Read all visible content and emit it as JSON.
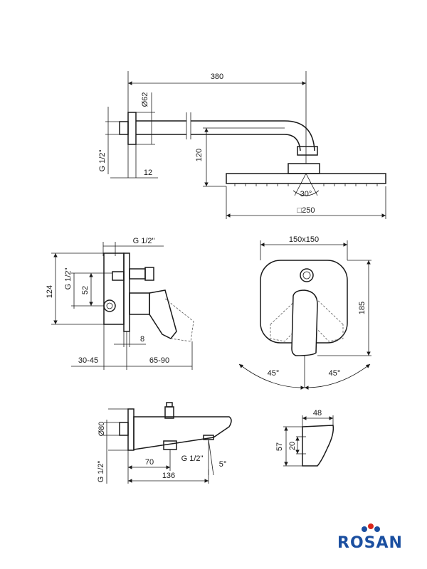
{
  "shower": {
    "dim_total_length": "380",
    "dim_flange_dia": "Ø62",
    "dim_thread": "G 1/2\"",
    "dim_flange_depth": "12",
    "dim_drop": "120",
    "dim_angle": "30°",
    "dim_head_size": "□250"
  },
  "mixer_side": {
    "dim_thread": "G 1/2\"",
    "dim_thread_vertical": "G 1/2\"",
    "dim_height": "124",
    "dim_inlet_height": "52",
    "dim_plate": "8",
    "dim_wall_depth": "30-45",
    "dim_projection": "65-90"
  },
  "mixer_front": {
    "dim_plate_size": "150x150",
    "dim_height": "185",
    "dim_angle_left": "45°",
    "dim_angle_right": "45°"
  },
  "spout": {
    "dim_flange_dia": "Ø80",
    "dim_thread": "G 1/2\"",
    "dim_outlet_offset": "70",
    "dim_outlet_thread": "G 1/2\"",
    "dim_angle": "5°",
    "dim_length": "136"
  },
  "spout_end": {
    "dim_width": "48",
    "dim_height": "57",
    "dim_inner": "20"
  },
  "brand": {
    "name": "ROSAN",
    "colors": {
      "primary": "#1b4fa0",
      "accent_red": "#d9261c"
    }
  }
}
